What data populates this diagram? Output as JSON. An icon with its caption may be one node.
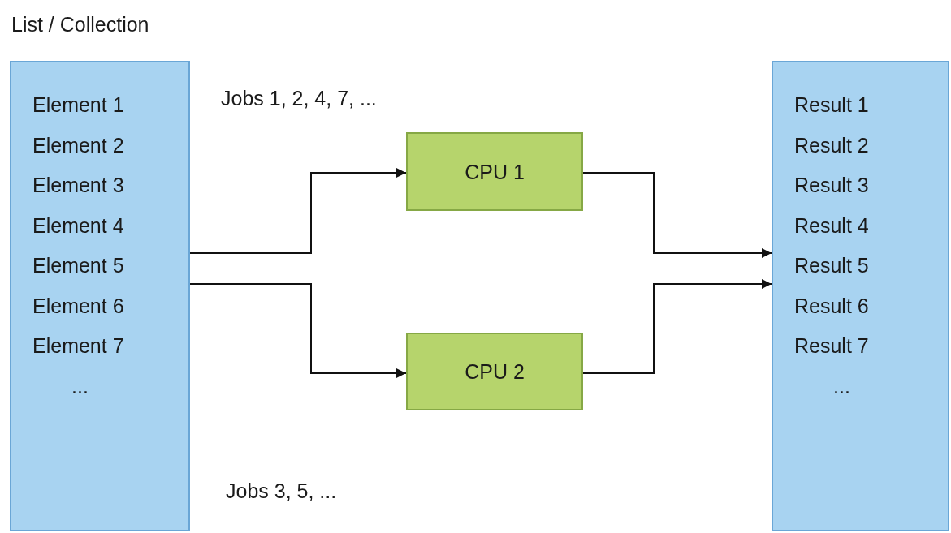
{
  "diagram": {
    "nodes": [
      {
        "text": [
          "List / Collection",
          "Element 1",
          "Element 2",
          "Element 3",
          "Element 4",
          "Element 5",
          "Element 6",
          "Element 7",
          "..."
        ]
      },
      {
        "text": [
          "CPU 1"
        ]
      },
      {
        "text": [
          "CPU 2"
        ]
      },
      {
        "text": [
          "Result 1",
          "Result 2",
          "Result 3",
          "Result 4",
          "Result 5",
          "Result 6",
          "Result 7",
          "..."
        ]
      }
    ],
    "edges": [
      {
        "from": 0,
        "to": 1,
        "arrow": "to"
      },
      {
        "from": 0,
        "to": 2,
        "arrow": "to"
      },
      {
        "from": 1,
        "to": 3,
        "arrow": "to"
      },
      {
        "from": 2,
        "to": 3,
        "arrow": "to"
      }
    ],
    "labels": [
      "Jobs 1, 2, 4, 7, ...",
      "Jobs 3, 5, ..."
    ]
  }
}
